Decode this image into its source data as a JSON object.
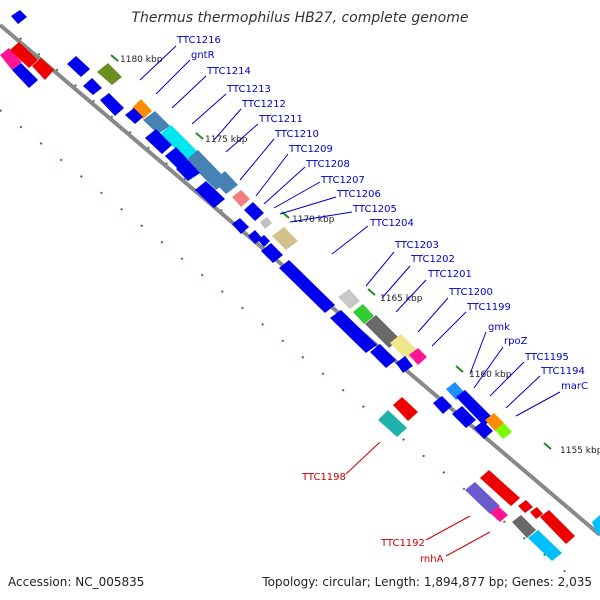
{
  "title": "Thermus thermophilus HB27, complete genome",
  "footer": {
    "accession": "Accession: NC_005835",
    "summary": "Topology: circular; Length: 1,894,877 bp; Genes: 2,035"
  },
  "colors": {
    "backbone": "#888888",
    "tick": "#228b22",
    "label_blue": "#0000cc",
    "label_red": "#cc0000"
  },
  "kbp_marks": [
    "1180 kbp",
    "1175 kbp",
    "1170 kbp",
    "1165 kbp",
    "1160 kbp",
    "1155 kbp"
  ],
  "upper_labels": [
    "TTC1216",
    "gntR",
    "TTC1214",
    "TTC1213",
    "TTC1212",
    "TTC1211",
    "TTC1210",
    "TTC1209",
    "TTC1208",
    "TTC1207",
    "TTC1206",
    "TTC1205",
    "TTC1204",
    "TTC1203",
    "TTC1202",
    "TTC1201",
    "TTC1200",
    "TTC1199",
    "gmk",
    "rpoZ",
    "TTC1195",
    "TTC1194",
    "marC"
  ],
  "lower_labels": [
    "TTC1198",
    "TTC1192",
    "rnhA"
  ]
}
